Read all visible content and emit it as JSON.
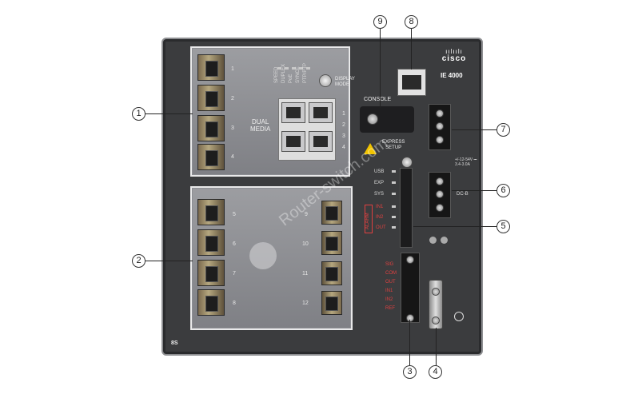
{
  "brand": {
    "logo_text": "cisco",
    "model": "IE 4000"
  },
  "chassis_label": "8S",
  "top_panel": {
    "dual_media_label": "DUAL\nMEDIA",
    "sfp_ports": [
      "1",
      "2",
      "3",
      "4"
    ],
    "copper_ports": [
      "1",
      "2",
      "3",
      "4"
    ],
    "led_labels": [
      "SPEED",
      "DUPLEX",
      "PoE",
      "SYNCE",
      "PTP/PTP"
    ],
    "display_mode_label": "DISPLAY\nMODE"
  },
  "bottom_panel": {
    "left_ports": [
      "5",
      "6",
      "7",
      "8"
    ],
    "right_ports": [
      "9",
      "10",
      "11",
      "12"
    ]
  },
  "console_label": "CONSOLE",
  "express_setup_label": "EXPRESS\nSETUP",
  "status_leds": [
    "USB",
    "EXP",
    "SYS",
    "IN1",
    "IN2",
    "OUT"
  ],
  "alarm_label": "ALARM",
  "alarm_terminal_labels": [
    "SIG",
    "COM",
    "OUT",
    "IN1",
    "IN2",
    "REF"
  ],
  "power_rating": "+/-12-54V ⎓\n3.4-3.0A",
  "dc_b_label": "DC-B",
  "watermark": "Router-switch.com",
  "callouts": [
    "1",
    "2",
    "3",
    "4",
    "5",
    "6",
    "7",
    "8",
    "9"
  ],
  "colors": {
    "chassis": "#3b3c3e",
    "panel": "#8e8f94",
    "alarm": "#e04040"
  }
}
